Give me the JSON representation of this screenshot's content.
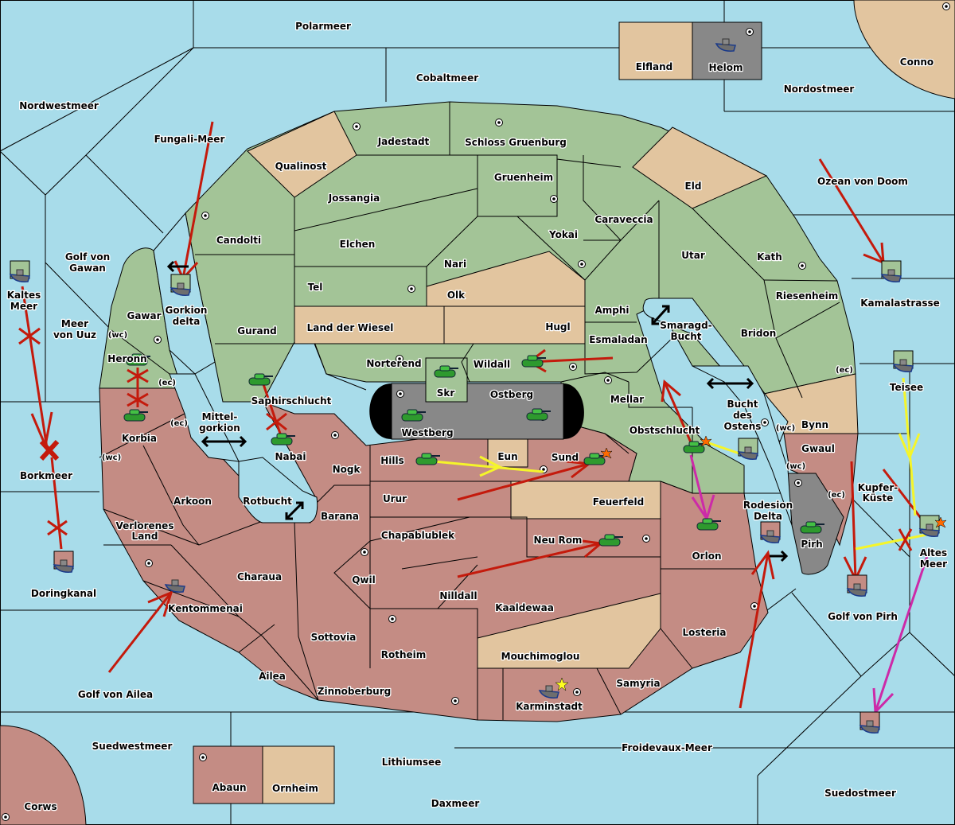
{
  "map": {
    "title": "Diplomacy map",
    "colors": {
      "sea": "#a8dcea",
      "green_power": "#a3c497",
      "red_power": "#c48c84",
      "neutral": "#e2c59f",
      "impassable": "#888888",
      "order_move": "#c41a0c",
      "order_support": "#f5f52a",
      "order_convoy": "#cc2aa8"
    },
    "sea_regions": [
      "Polarmeer",
      "Cobaltmeer",
      "Nordwestmeer",
      "Fungali-Meer",
      "Nordostmeer",
      "Ozean von Doom",
      "Golf von Gawan",
      "Kaltes Meer",
      "Meer von Uuz",
      "Gorkion delta",
      "Kamalastrasse",
      "Teisee",
      "Smaragd-Bucht",
      "Bucht des Ostens",
      "Mittel-gorkion",
      "Rotbucht",
      "Borkmeer",
      "Doringkanal",
      "Kupfer-Küste",
      "Altes Meer",
      "Rodesion Delta",
      "Golf von Pirh",
      "Golf von Ailea",
      "Suedwestmeer",
      "Lithiumsee",
      "Daxmeer",
      "Froidevaux-Meer",
      "Suedostmeer"
    ],
    "land_labels": {
      "polarmeer": "Polarmeer",
      "cobaltmeer": "Cobaltmeer",
      "nordwestmeer": "Nordwestmeer",
      "fungali": "Fungali-Meer",
      "nordostmeer": "Nordostmeer",
      "ozean_doom": "Ozean von Doom",
      "conno": "Conno",
      "elfland": "Elfland",
      "helom": "Helom",
      "golf_gawan_1": "Golf von",
      "golf_gawan_2": "Gawan",
      "kaltes_1": "Kaltes",
      "kaltes_2": "Meer",
      "uuz_1": "Meer",
      "uuz_2": "von Uuz",
      "gorkion_1": "Gorkion",
      "gorkion_2": "delta",
      "kamalastrasse": "Kamalastrasse",
      "teisee": "Teisee",
      "smaragd_1": "Smaragd-",
      "smaragd_2": "Bucht",
      "bucht_1": "Bucht",
      "bucht_2": "des",
      "bucht_3": "Ostens",
      "mittel_1": "Mittel-",
      "mittel_2": "gorkion",
      "rotbucht": "Rotbucht",
      "borkmeer": "Borkmeer",
      "doringkanal": "Doringkanal",
      "kupfer_1": "Kupfer-",
      "kupfer_2": "Küste",
      "altes_1": "Altes",
      "altes_2": "Meer",
      "rodesion_1": "Rodesion",
      "rodesion_2": "Delta",
      "golf_pirh": "Golf von Pirh",
      "golf_ailea": "Golf von Ailea",
      "suedwestmeer": "Suedwestmeer",
      "lithiumsee": "Lithiumsee",
      "daxmeer": "Daxmeer",
      "froidevaux": "Froidevaux-Meer",
      "suedostmeer": "Suedostmeer",
      "corws": "Corws",
      "abaun": "Abaun",
      "ornheim": "Ornheim",
      "qualinost": "Qualinost",
      "jadestadt": "Jadestadt",
      "schloss": "Schloss Gruenburg",
      "jossangia": "Jossangia",
      "gruenheim": "Gruenheim",
      "eld": "Eld",
      "candolti": "Candolti",
      "elchen": "Elchen",
      "caraveccia": "Caraveccia",
      "yokai": "Yokai",
      "nari": "Nari",
      "utar": "Utar",
      "kath": "Kath",
      "tel": "Tel",
      "olk": "Olk",
      "riesenheim": "Riesenheim",
      "amphi": "Amphi",
      "gawar": "Gawar",
      "land_wiesel": "Land der Wiesel",
      "hugl": "Hugl",
      "gurand": "Gurand",
      "bridon": "Bridon",
      "esmaladan": "Esmaladan",
      "heronn": "Heronn",
      "norterend": "Norterend",
      "skr": "Skr",
      "wildall": "Wildall",
      "ostberg": "Ostberg",
      "mellar": "Mellar",
      "saphirschlucht": "Saphirschlucht",
      "korbia": "Korbia",
      "westberg": "Westberg",
      "obstschlucht": "Obstschlucht",
      "bynn": "Bynn",
      "nabai": "Nabai",
      "hills": "Hills",
      "eun": "Eun",
      "sund": "Sund",
      "gwaul": "Gwaul",
      "nogk": "Nogk",
      "arkoon": "Arkoon",
      "urur": "Urur",
      "feuerfeld": "Feuerfeld",
      "barana": "Barana",
      "verlorenes_1": "Verlorenes",
      "verlorenes_2": "Land",
      "chapablublek": "Chapablublek",
      "neu_rom": "Neu Rom",
      "orlon": "Orlon",
      "pirh": "Pirh",
      "charaua": "Charaua",
      "qwil": "Qwil",
      "nilldall": "Nilldall",
      "kentommenai": "Kentommenai",
      "kaaldewaa": "Kaaldewaa",
      "losteria": "Losteria",
      "sottovia": "Sottovia",
      "rotheim": "Rotheim",
      "mouchimoglou": "Mouchimoglou",
      "ailea": "Ailea",
      "samyria": "Samyria",
      "zinnoberburg": "Zinnoberburg",
      "karminstadt": "Karminstadt"
    },
    "coast_labels": {
      "wc": "(wc)",
      "ec": "(ec)"
    },
    "units": [
      {
        "type": "fleet",
        "power": "green",
        "location": "Kaltes Meer"
      },
      {
        "type": "fleet",
        "power": "green",
        "location": "Gorkion delta"
      },
      {
        "type": "fleet",
        "power": "neutral",
        "location": "Helom"
      },
      {
        "type": "fleet",
        "power": "green",
        "location": "Kamalastrasse"
      },
      {
        "type": "fleet",
        "power": "green",
        "location": "Teisee"
      },
      {
        "type": "fleet",
        "power": "green",
        "location": "Bucht des Ostens"
      },
      {
        "type": "fleet",
        "power": "green",
        "location": "Altes Meer",
        "status": "dislodged"
      },
      {
        "type": "fleet",
        "power": "red",
        "location": "Doringkanal"
      },
      {
        "type": "fleet",
        "power": "red",
        "location": "Kentommenai"
      },
      {
        "type": "fleet",
        "power": "red",
        "location": "Rodesion Delta"
      },
      {
        "type": "fleet",
        "power": "red",
        "location": "Golf von Pirh"
      },
      {
        "type": "fleet",
        "power": "red",
        "location": "Suedostmeer"
      },
      {
        "type": "fleet",
        "power": "red",
        "location": "Karminstadt",
        "status": "built"
      },
      {
        "type": "army",
        "power": "green",
        "location": "Heronn"
      },
      {
        "type": "army",
        "power": "green",
        "location": "Korbia"
      },
      {
        "type": "army",
        "power": "green",
        "location": "Saphirschlucht"
      },
      {
        "type": "army",
        "power": "green",
        "location": "Nabai"
      },
      {
        "type": "army",
        "power": "green",
        "location": "Skr"
      },
      {
        "type": "army",
        "power": "green",
        "location": "Wildall"
      },
      {
        "type": "army",
        "power": "green",
        "location": "Westberg"
      },
      {
        "type": "army",
        "power": "green",
        "location": "Ostberg"
      },
      {
        "type": "army",
        "power": "green",
        "location": "Hills"
      },
      {
        "type": "army",
        "power": "green",
        "location": "Sund",
        "status": "dislodged"
      },
      {
        "type": "army",
        "power": "green",
        "location": "Obstschlucht",
        "status": "dislodged"
      },
      {
        "type": "army",
        "power": "green",
        "location": "Orlon"
      },
      {
        "type": "army",
        "power": "green",
        "location": "Neu Rom"
      },
      {
        "type": "army",
        "power": "green",
        "location": "Pirh"
      }
    ]
  }
}
